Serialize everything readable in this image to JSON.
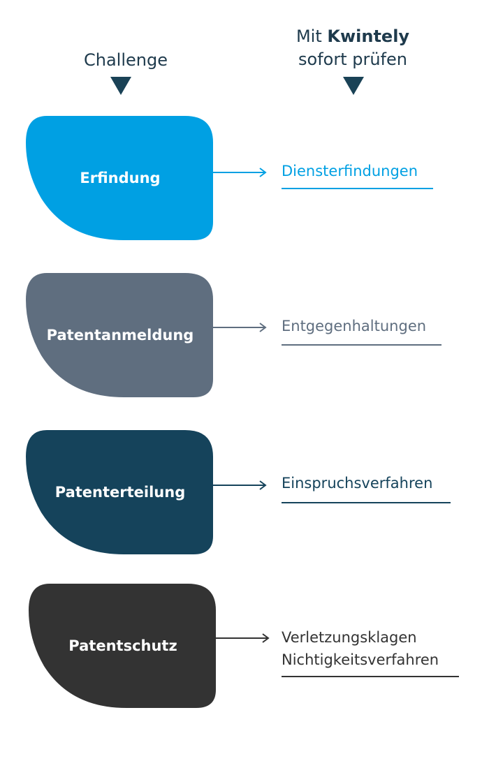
{
  "header": {
    "challenge_label": "Challenge",
    "right_line1_prefix": "Mit ",
    "right_line1_brand": "Kwintely",
    "right_line2": "sofort prüfen"
  },
  "colors": {
    "header_text": "#1e3a4c",
    "triangle": "#1a4256"
  },
  "rows": [
    {
      "stage": "Erfindung",
      "target_lines": [
        "Diensterfindungen"
      ],
      "color": "#00a0e3"
    },
    {
      "stage": "Patentanmeldung",
      "target_lines": [
        "Entgegenhaltungen"
      ],
      "color": "#5f6e7f"
    },
    {
      "stage": "Patenterteilung",
      "target_lines": [
        "Einspruchsverfahren"
      ],
      "color": "#15435b"
    },
    {
      "stage": "Patentschutz",
      "target_lines": [
        "Verletzungsklagen",
        "Nichtigkeitsverfahren"
      ],
      "color": "#333333"
    }
  ]
}
